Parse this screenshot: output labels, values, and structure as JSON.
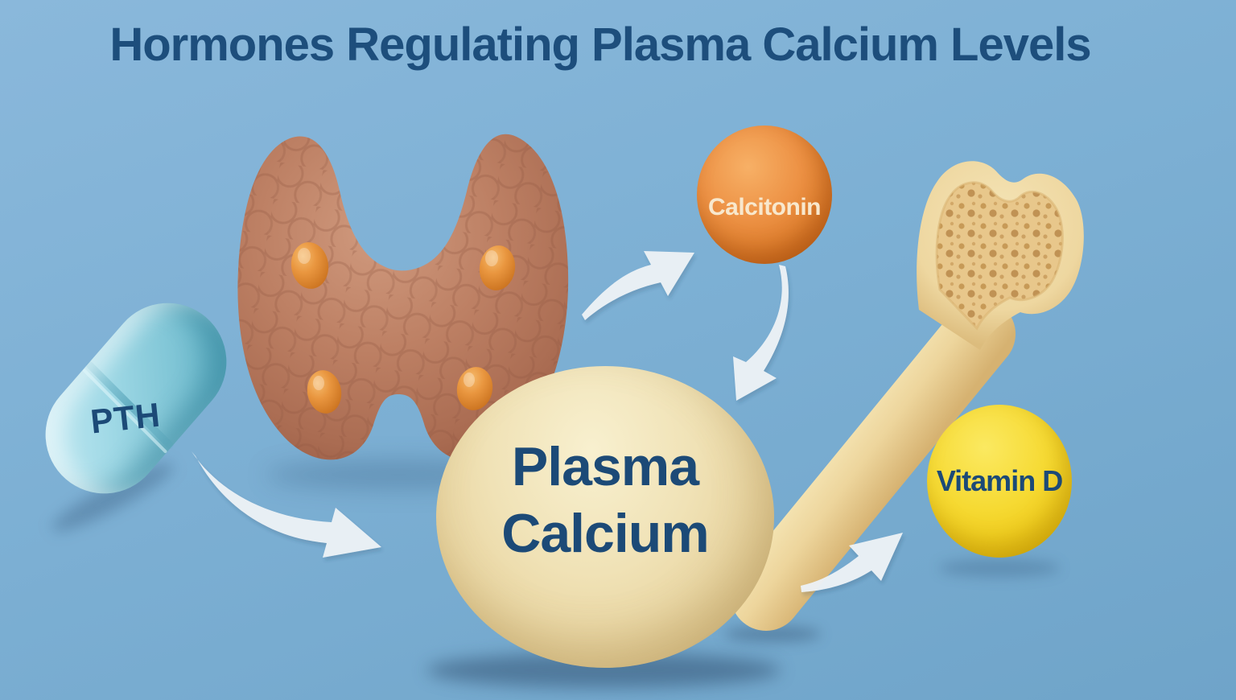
{
  "title": "Hormones Regulating Plasma Calcium Levels",
  "labels": {
    "pth": "PTH",
    "calcitonin": "Calcitonin",
    "plasma_calcium_line1": "Plasma",
    "plasma_calcium_line2": "Calcium",
    "vitamin_d": "Vitamin D"
  },
  "illustrations": {
    "thyroid_gland": "thyroid-gland",
    "parathyroid_glands_count": 4,
    "pth_pill": "blue-capsule-pill",
    "bone": "long-bone-with-spongy-cross-section"
  },
  "colors": {
    "background_top": "#85b5d9",
    "background_bottom": "#6fa4c9",
    "title_text": "#1d4e7c",
    "label_navy": "#1c4a77",
    "calcitonin_label_text": "#f8e8cd",
    "pth_pill": "#8fd0de",
    "calcitonin_sphere": "#e8893a",
    "vitamin_d_sphere": "#f2d42c",
    "plasma_calcium_sphere": "#eddfb0",
    "thyroid": "#bd8064",
    "parathyroid": "#e9963f",
    "bone": "#ecd49b",
    "arrow": "#edf2f6"
  },
  "arrows": [
    {
      "name": "thyroid-to-calcitonin"
    },
    {
      "name": "calcitonin-to-plasma-calcium"
    },
    {
      "name": "pth-to-plasma-calcium"
    },
    {
      "name": "plasma-calcium-to-vitamin-d"
    }
  ]
}
